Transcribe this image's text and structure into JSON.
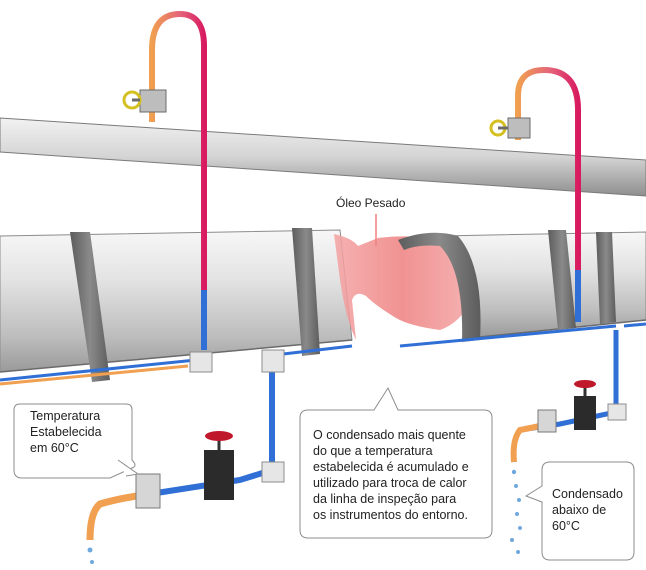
{
  "labels": {
    "oil": "Óleo Pesado"
  },
  "callouts": {
    "temperature": [
      "Temperatura",
      "Estabelecida",
      "em 60°C"
    ],
    "explanation": [
      "O condensado mais quente",
      "do que a temperatura",
      "estabelecida é acumulado e",
      "utilizado para troca de calor",
      "da linha de inspeção para",
      "os instrumentos do entorno."
    ],
    "condensate": [
      "Condensado",
      "abaixo de",
      "60°C"
    ]
  },
  "colors": {
    "steam_hot": "#d81b60",
    "steam_warm": "#f0a050",
    "tracer_blue": "#2f6fd6",
    "pipe_gray": "#d9d9d9",
    "oil_section": "#f08080",
    "valve_handle": "#c0182b",
    "water_drop": "#6fa8dc"
  }
}
